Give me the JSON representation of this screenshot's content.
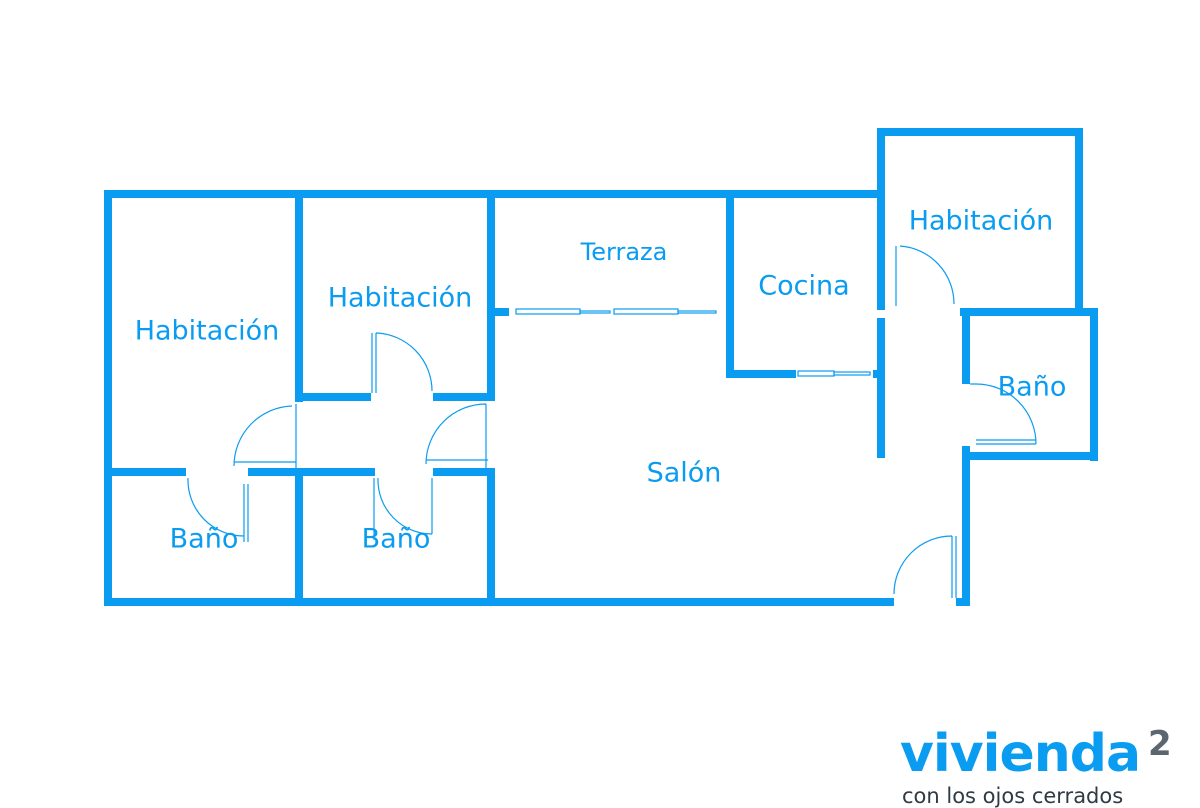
{
  "colors": {
    "wall": "#0a9cf0",
    "text": "#0a9cf0",
    "logo_accent": "#5b6770",
    "logo_tagline": "#2e3a44"
  },
  "rooms": {
    "habitacion_left": "Habitación",
    "habitacion_mid": "Habitación",
    "terraza": "Terraza",
    "cocina": "Cocina",
    "habitacion_right": "Habitación",
    "bano_right": "Baño",
    "salon": "Salón",
    "bano_left": "Baño",
    "bano_mid": "Baño"
  },
  "logo": {
    "word": "vivienda",
    "superscript": "2",
    "tagline": "con los ojos cerrados"
  }
}
